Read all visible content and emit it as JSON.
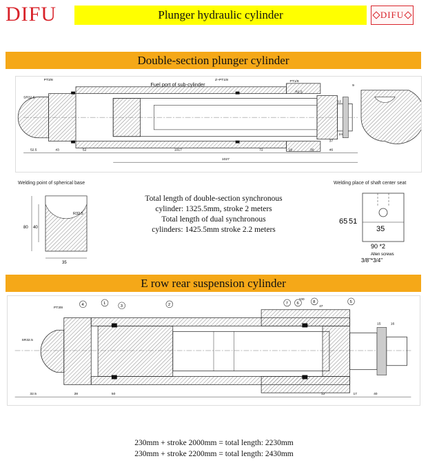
{
  "header": {
    "logo_text": "DIFU",
    "title": "Plunger hydraulic cylinder",
    "right_logo_text": "DIFU"
  },
  "section1": {
    "title": "Double-section plunger cylinder",
    "fuel_port_label": "Fuel port of sub-cylinder",
    "dims": {
      "sr": "SR32.5",
      "pt_left": "PT3/8",
      "z_pt": "Z~PT1/8",
      "pt_right": "PT1/8",
      "r": "R2.5",
      "d1": "52.5",
      "d2": "43",
      "d3": "52",
      "d4": "1017",
      "d5": "72",
      "d6": "19",
      "d7": "30",
      "d8": "46",
      "d9": "37",
      "d10": "24",
      "d11": "1027",
      "d12": "9",
      "d13": "12"
    },
    "welding_left_label": "Welding point of spherical base",
    "welding_right_label": "Welding place of shaft center seat",
    "left_detail": {
      "r": "R32.5",
      "d80": "80",
      "d40": "40",
      "w": "35"
    },
    "right_detail": {
      "d65": "65",
      "d51": "51",
      "w": "35",
      "angle": "90 *2",
      "screws": "Allen screws",
      "screw_size": "3/8\"*3/4\""
    },
    "description": [
      "Total length of double-section synchronous",
      "cylinder: 1325.5mm, stroke 2 meters",
      "Total length of dual synchronous",
      "cylinders: 1425.5mm stroke 2.2 meters"
    ]
  },
  "section2": {
    "title": "E row rear suspension cylinder",
    "dims": {
      "sr": "SR32.5",
      "d1": "32.5",
      "d2": "28",
      "d3": "50",
      "d4": "17",
      "d5": "40",
      "d6": "100",
      "d7": "47",
      "d8": "15",
      "d9": "16",
      "d10": "12",
      "pt": "PT3/8"
    },
    "callouts": [
      "1",
      "2",
      "3",
      "4",
      "5",
      "6",
      "7",
      "8"
    ],
    "formulas": [
      "230mm + stroke 2000mm = total length: 2230mm",
      "230mm + stroke 2200mm = total length: 2430mm"
    ]
  },
  "colors": {
    "logo_red": "#d8232a",
    "title_yellow": "#ffff00",
    "section_orange": "#f5a818"
  }
}
